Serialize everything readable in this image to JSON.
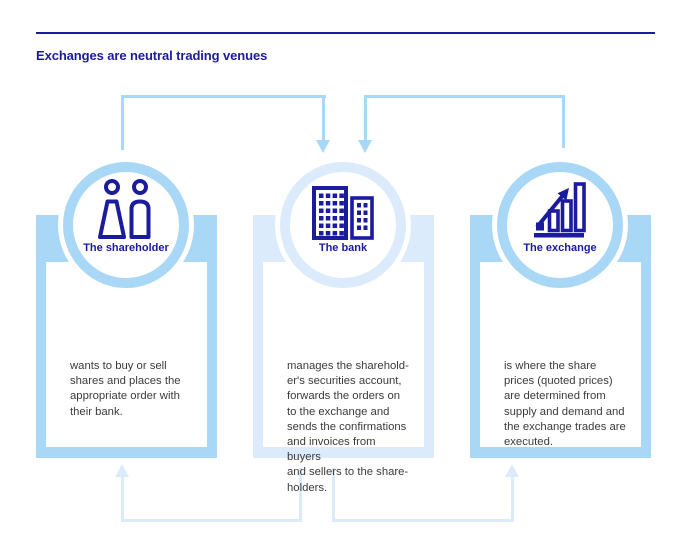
{
  "title": "Exchanges are neutral trading venues",
  "colors": {
    "navy": "#1b1b9d",
    "light_blue": "#a9d7f6",
    "pale_blue": "#dcebfb",
    "body_text": "#3b3b3b",
    "background": "#ffffff"
  },
  "columns": [
    {
      "id": "shareholder",
      "label": "The shareholder",
      "icon": "shareholders-icon",
      "description": "wants to buy or sell\nshares and places the\nappropriate order with\ntheir bank."
    },
    {
      "id": "bank",
      "label": "The bank",
      "icon": "bank-buildings-icon",
      "description": "manages the sharehold-\ner's securities account,\nforwards the orders on\nto the exchange and\nsends the confirmations\nand invoices from buyers\nand sellers to the share-\nholders."
    },
    {
      "id": "exchange",
      "label": "The exchange",
      "icon": "stock-growth-chart-icon",
      "description": "is where the share\nprices (quoted prices)\nare determined from\nsupply and demand and\nthe exchange trades are\nexecuted."
    }
  ],
  "flows": [
    {
      "from": "shareholder",
      "to": "bank",
      "position": "top"
    },
    {
      "from": "exchange",
      "to": "bank",
      "position": "top"
    },
    {
      "from": "bank",
      "to": "shareholder",
      "position": "bottom"
    },
    {
      "from": "bank",
      "to": "exchange",
      "position": "bottom"
    }
  ]
}
